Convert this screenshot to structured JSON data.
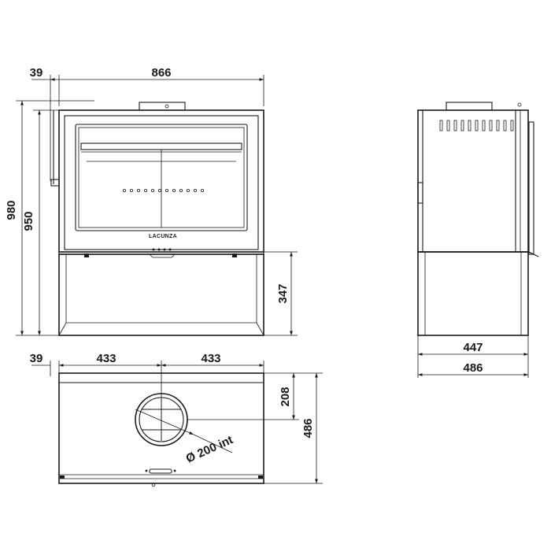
{
  "front_view": {
    "offset_label": "39",
    "width_label": "866",
    "total_height_label": "980",
    "body_height_label": "950",
    "base_height_label": "347",
    "brand_label": "LACUNZA"
  },
  "top_view": {
    "offset_label": "39",
    "half_width_left_label": "433",
    "half_width_right_label": "433",
    "flue_center_depth_label": "208",
    "total_depth_label": "486",
    "flue_diameter_label": "Ø 200 int"
  },
  "side_view": {
    "body_depth_label": "447",
    "total_depth_label": "486"
  }
}
